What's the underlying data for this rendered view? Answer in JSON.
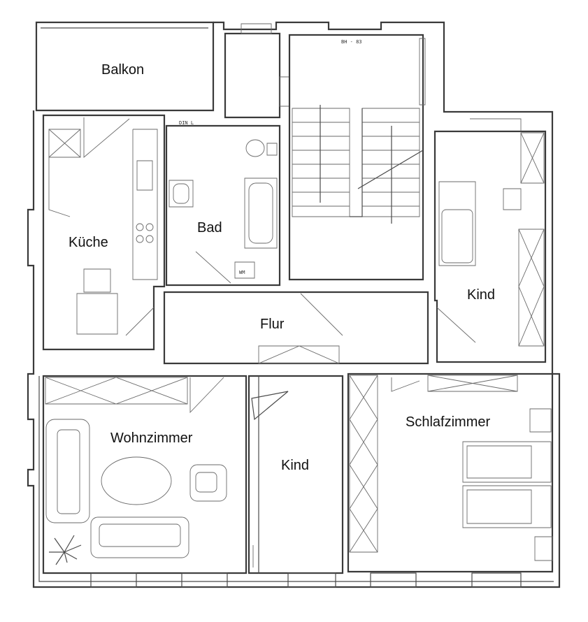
{
  "rooms": {
    "balkon": "Balkon",
    "kueche": "Küche",
    "bad": "Bad",
    "flur": "Flur",
    "kind_top": "Kind",
    "wohnzimmer": "Wohnzimmer",
    "kind_bottom": "Kind",
    "schlafzimmer": "Schlafzimmer"
  },
  "annotations": {
    "bad_note": "DIN L",
    "wm": "WM",
    "stair_note": "BH - 83"
  }
}
